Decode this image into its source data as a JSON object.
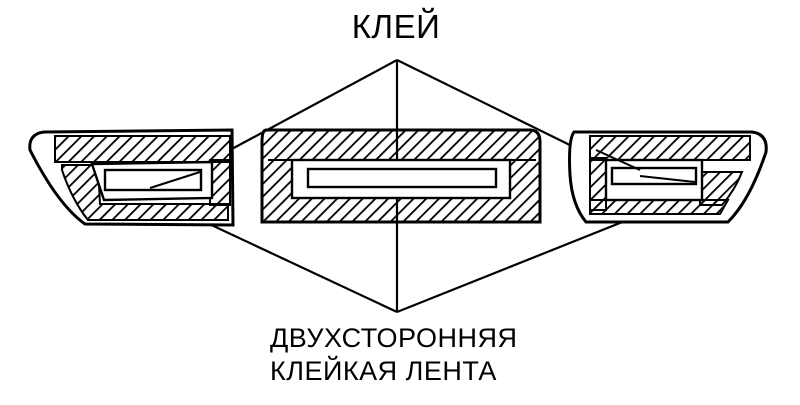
{
  "labels": {
    "glue": "КЛЕЙ",
    "tape_line1": "ДВУХСТОРОННЯЯ",
    "tape_line2": "КЛЕЙКАЯ ЛЕНТА"
  },
  "colors": {
    "ink": "#000000",
    "paper": "#ffffff"
  }
}
